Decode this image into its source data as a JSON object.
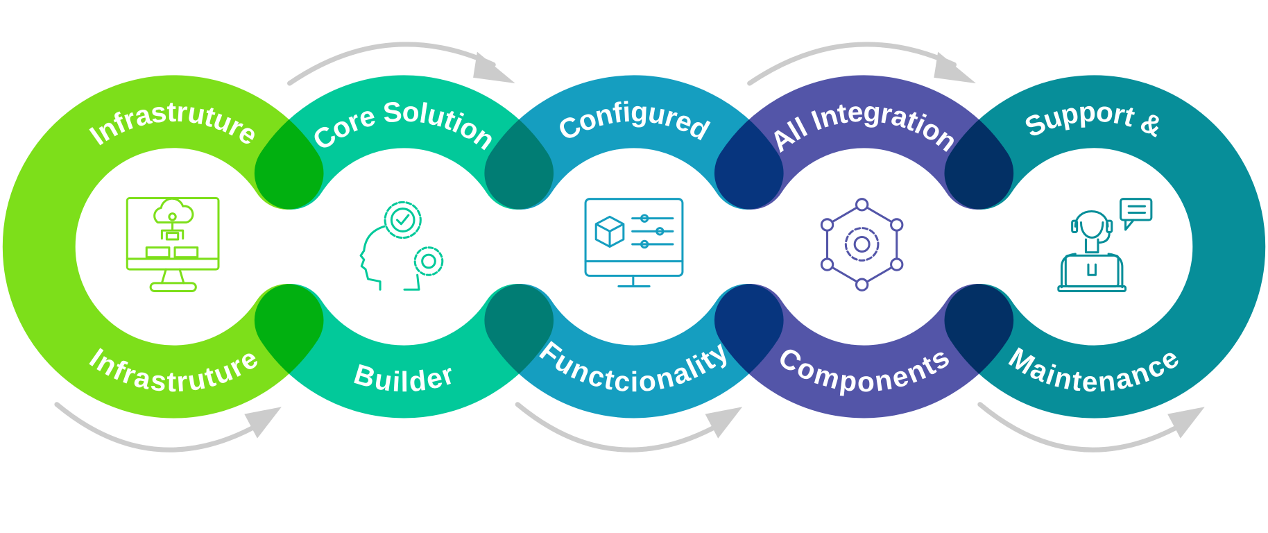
{
  "stages": [
    {
      "top": "Infrastruture",
      "bottom": "Infrastruture",
      "color": "#7DDF1A",
      "icon": "cloud-network-monitor-icon"
    },
    {
      "top": "Core Solution",
      "bottom": "Builder",
      "color": "#02C99A",
      "icon": "head-gears-check-icon"
    },
    {
      "top": "Configured",
      "bottom": "Functcionality",
      "color": "#159EC0",
      "icon": "monitor-cube-sliders-icon"
    },
    {
      "top": "All Integration",
      "bottom": "Components",
      "color": "#5355A8",
      "icon": "gear-network-hexagon-icon"
    },
    {
      "top": "Support &",
      "bottom": "Maintenance",
      "color": "#078E99",
      "icon": "support-agent-laptop-icon"
    }
  ],
  "arrow_color": "#cccccc"
}
